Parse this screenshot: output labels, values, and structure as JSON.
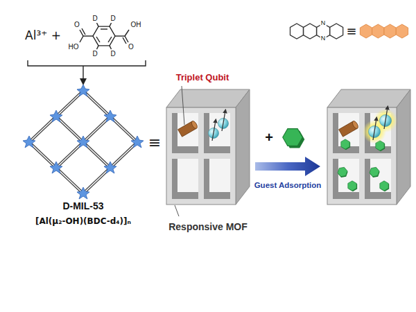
{
  "diagram": {
    "labels": [
      "Al³⁺ +",
      "D",
      "D",
      "D",
      "D",
      "O",
      "HO",
      "O",
      "OH",
      "≡",
      "D-MIL-53",
      "[Al(μ₂-OH)(BDC-d₄)]ₙ",
      "Triplet Qubit",
      "N",
      "N",
      "≡",
      "+",
      "Guest Adsorption",
      "Responsive MOF"
    ]
  }
}
